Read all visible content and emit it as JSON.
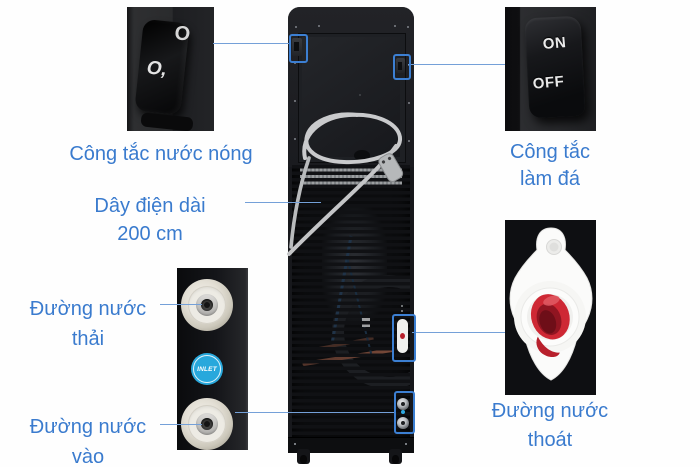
{
  "callouts": {
    "hot_switch": {
      "label": "Công tắc nước nóng"
    },
    "power_cord": {
      "line1": "Dây điện dài",
      "line2": "200 cm"
    },
    "waste_water": {
      "line1": "Đường nước",
      "line2": "thải"
    },
    "water_in": {
      "line1": "Đường nước",
      "line2": "vào"
    },
    "ice_switch": {
      "line1": "Công tắc",
      "line2": "làm đá"
    },
    "water_drain": {
      "line1": "Đường nước",
      "line2": "thoát"
    }
  },
  "closeups": {
    "ice_switch": {
      "on": "ON",
      "off": "OFF"
    },
    "hot_switch": {
      "partial_top": "O",
      "partial_mid": "O,"
    },
    "inlet_panel": {
      "badge": "INLET"
    }
  },
  "colors": {
    "label_blue": "#3a7bce",
    "line_blue": "#74a0d8",
    "box_blue": "#3c7fd2",
    "inlet_badge_blue": "#28a8dc",
    "spout_red": "#ce2834",
    "body_black": "#17181c"
  }
}
